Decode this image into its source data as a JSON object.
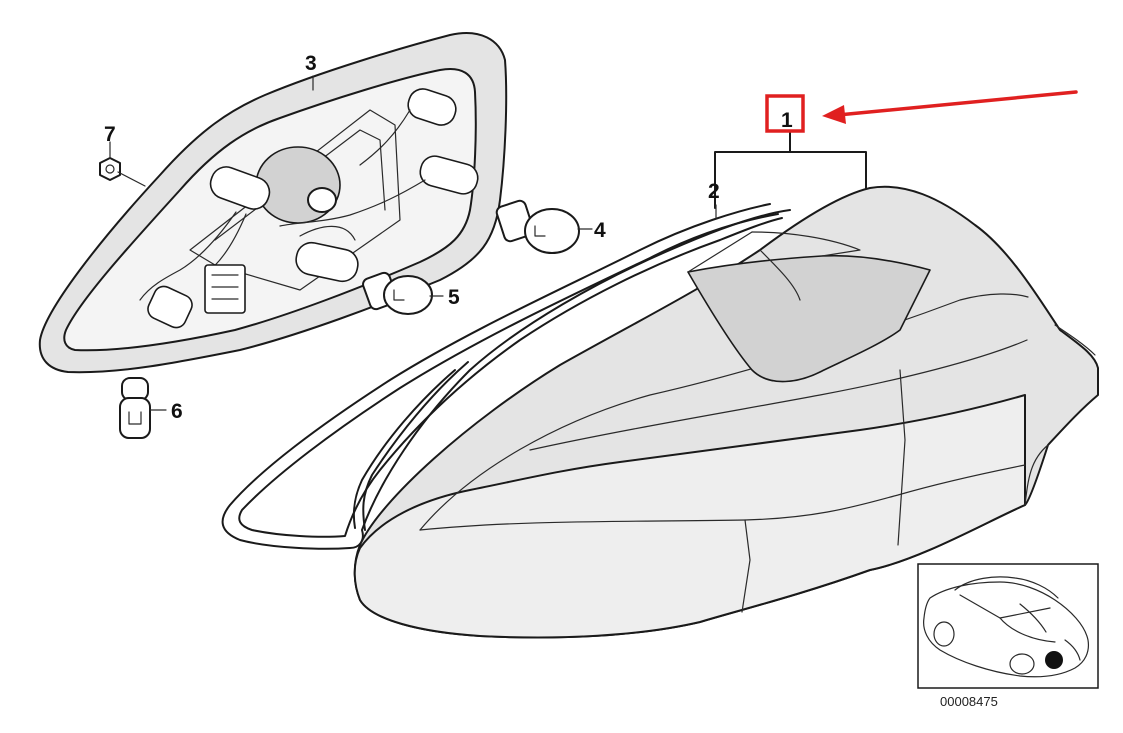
{
  "callouts": {
    "p1": "1",
    "p2": "2",
    "p3": "3",
    "p4": "4",
    "p5": "5",
    "p6": "6",
    "p7": "7"
  },
  "diagram_ref": "00008475",
  "highlight_color": "#e02020"
}
